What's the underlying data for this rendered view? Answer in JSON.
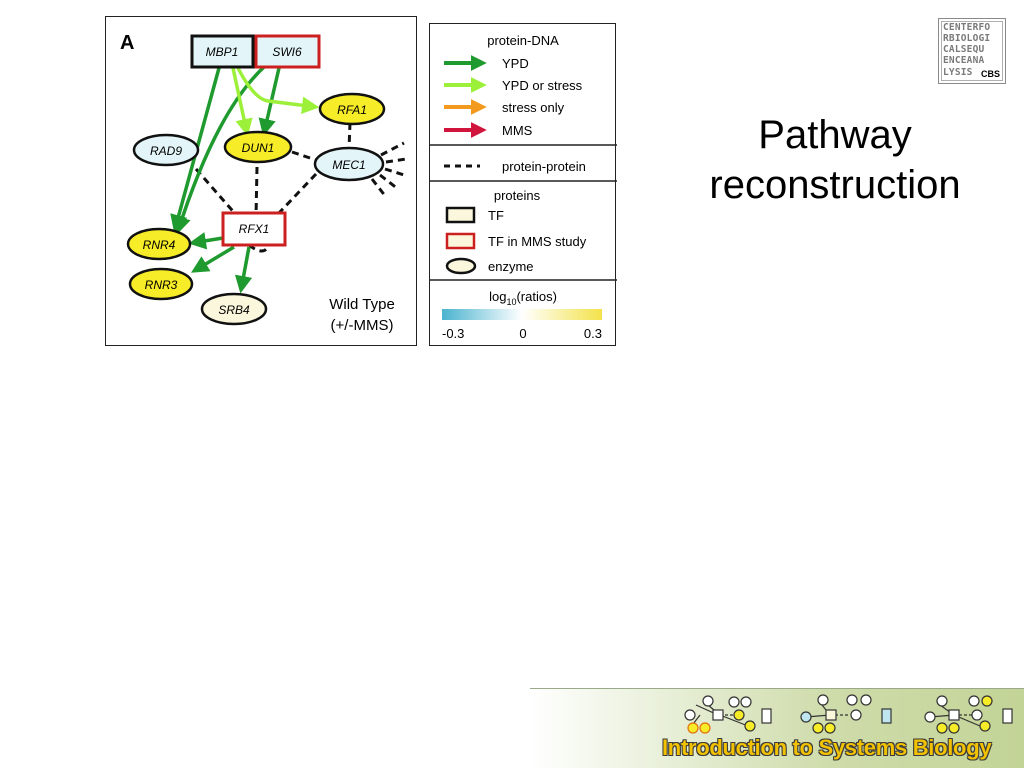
{
  "slide": {
    "title_line1": "Pathway",
    "title_line2": "reconstruction"
  },
  "network": {
    "panel_label": "A",
    "nodes": {
      "mbp1": "MBP1",
      "swi6": "SWI6",
      "rad9": "RAD9",
      "dun1": "DUN1",
      "rfa1": "RFA1",
      "mec1": "MEC1",
      "rfx1": "RFX1",
      "rnr4": "RNR4",
      "rnr3": "RNR3",
      "srb4": "SRB4"
    },
    "condition_line1": "Wild Type",
    "condition_line2": "(+/-MMS)"
  },
  "legend": {
    "protein_dna_header": "protein-DNA",
    "ypd": "YPD",
    "ypd_or_stress": "YPD or stress",
    "stress_only": "stress only",
    "mms": "MMS",
    "protein_protein": "protein-protein",
    "proteins_header": "proteins",
    "tf": "TF",
    "tf_mms": "TF in MMS study",
    "enzyme": "enzyme",
    "scale_title_prefix": "log",
    "scale_title_sub": "10",
    "scale_title_suffix": "(ratios)",
    "scale_min": "-0.3",
    "scale_mid": "0",
    "scale_max": "0.3"
  },
  "logo": {
    "lines": [
      "CENTERFO",
      "RBIOLOGI",
      "CALSEQU",
      "ENCEANA",
      "LYSIS"
    ],
    "cbs": "CBS"
  },
  "banner": {
    "text": "Introduction to Systems Biology"
  },
  "colors": {
    "ypd": "#1f9a2e",
    "ypd_or_stress": "#9cf03a",
    "stress_only": "#f39a1e",
    "mms": "#d0143c",
    "node_yellow": "#f7ec28",
    "node_light_blue": "#e3f5f8",
    "node_cream": "#fbf7dc",
    "tf_border": "#111111",
    "tf_mms_border": "#cc1f1f"
  }
}
